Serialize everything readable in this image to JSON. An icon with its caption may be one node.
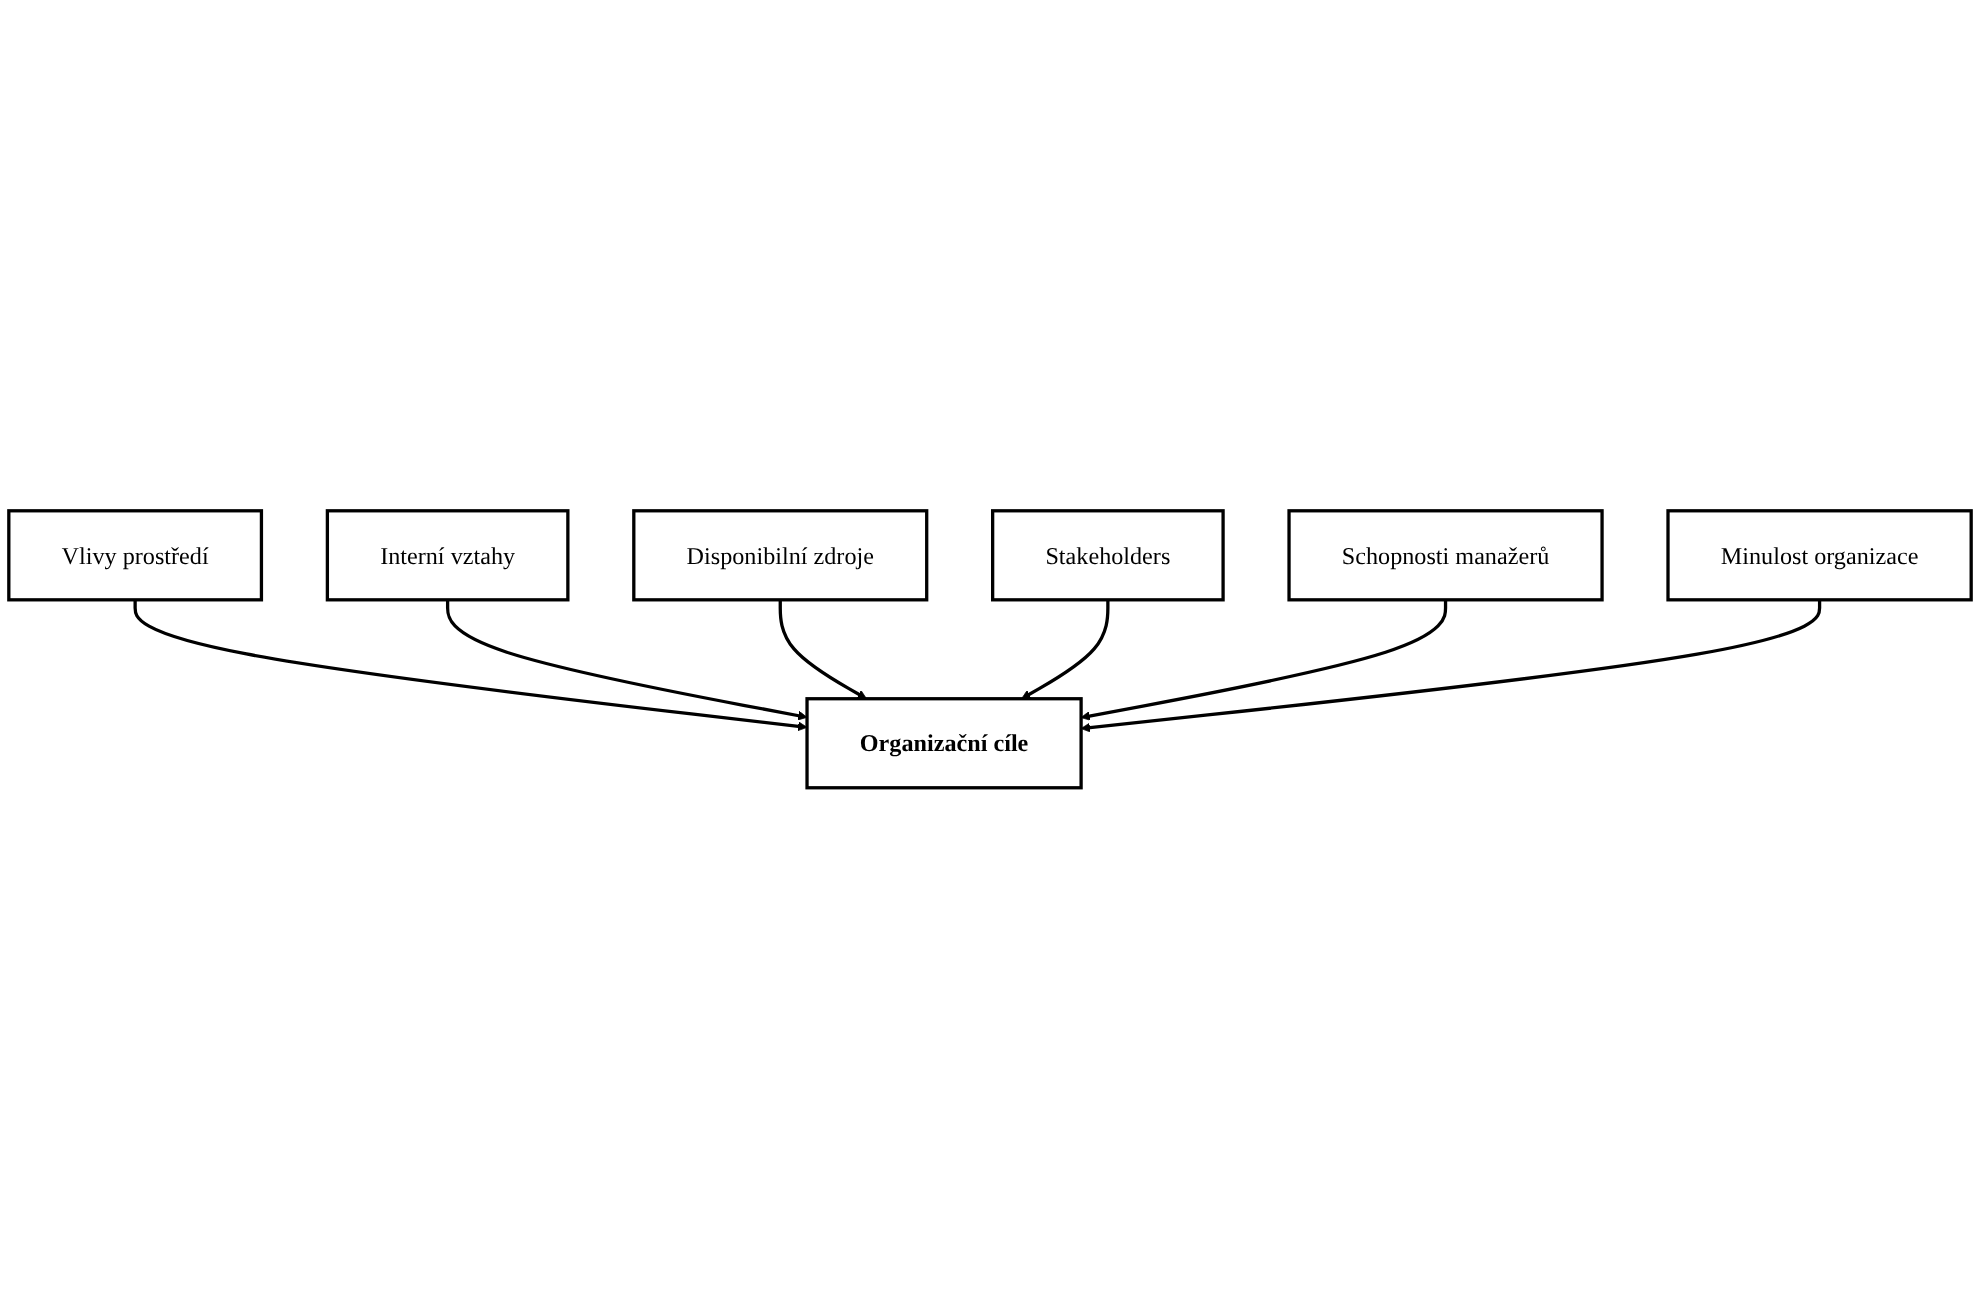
{
  "diagram": {
    "nodes": [
      {
        "text": [
          "Vlivy prostředí"
        ]
      },
      {
        "text": [
          "Interní vztahy"
        ]
      },
      {
        "text": [
          "Disponibilní zdroje"
        ]
      },
      {
        "text": [
          "Organizační cíle"
        ]
      },
      {
        "text": [
          "Stakeholders"
        ]
      },
      {
        "text": [
          "Schopnosti manažerů"
        ]
      },
      {
        "text": [
          "Minulost organizace"
        ]
      }
    ],
    "edges": [
      {
        "from": 0,
        "to": 3,
        "arrow": "to"
      },
      {
        "from": 1,
        "to": 3,
        "arrow": "to"
      },
      {
        "from": 2,
        "to": 3,
        "arrow": "to"
      },
      {
        "from": 4,
        "to": 3,
        "arrow": "to"
      },
      {
        "from": 5,
        "to": 3,
        "arrow": "to"
      },
      {
        "from": 6,
        "to": 3,
        "arrow": "to"
      }
    ]
  }
}
